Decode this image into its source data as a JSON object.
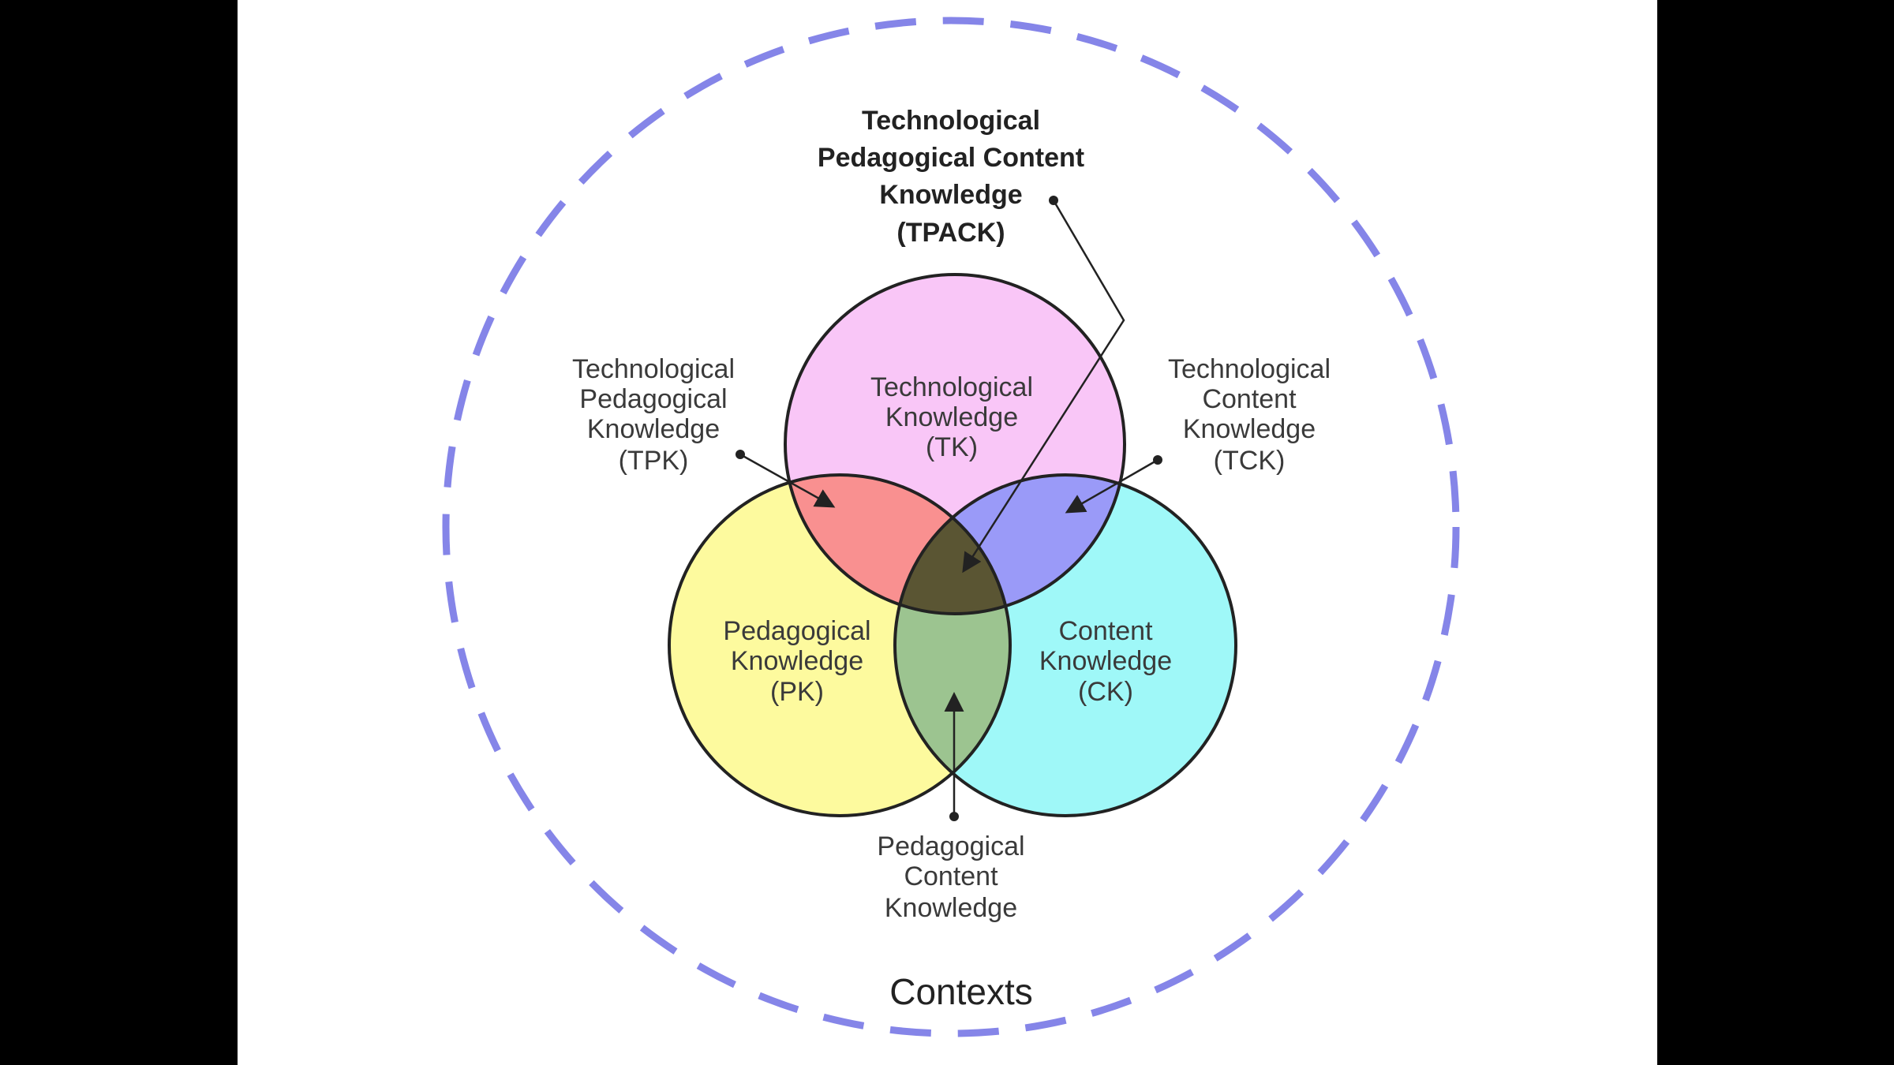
{
  "title": {
    "lines": [
      "Technological",
      "Pedagogical Content",
      "Knowledge",
      "(TPACK)"
    ]
  },
  "tk": {
    "lines": [
      "Technological",
      "Knowledge",
      "(TK)"
    ],
    "color": "#f9c6f7"
  },
  "pk": {
    "lines": [
      "Pedagogical",
      "Knowledge",
      "(PK)"
    ],
    "color": "#fdfa9e"
  },
  "ck": {
    "lines": [
      "Content",
      "Knowledge",
      "(CK)"
    ],
    "color": "#9ff8f8"
  },
  "tpk": {
    "lines": [
      "Technological",
      "Pedagogical",
      "Knowledge",
      "(TPK)"
    ],
    "color": "#f99090"
  },
  "tck": {
    "lines": [
      "Technological",
      "Content",
      "Knowledge",
      "(TCK)"
    ],
    "color": "#9a9af8"
  },
  "pck": {
    "lines": [
      "Pedagogical",
      "Content",
      "Knowledge"
    ],
    "color": "#9cc490"
  },
  "tpack_color": "#5a5533",
  "contexts": {
    "label": "Contexts",
    "color": "#8585e8"
  }
}
